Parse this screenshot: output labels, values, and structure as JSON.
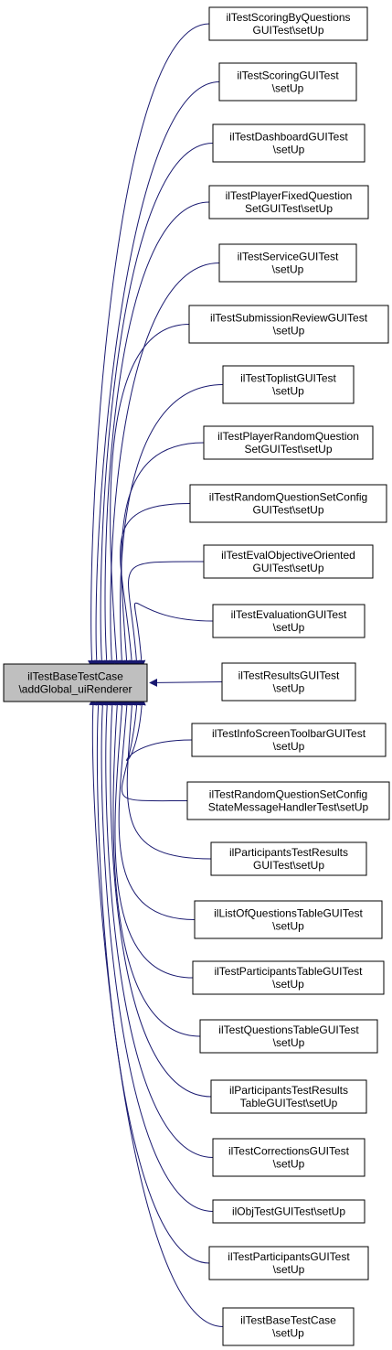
{
  "colors": {
    "edge": "#191970",
    "node_border": "#000000",
    "node_fill": "#ffffff",
    "focus_fill": "#bfbfbf",
    "text": "#000000"
  },
  "focus": {
    "id": "ilTestBaseTestCase::addGlobal_uiRenderer",
    "lines": [
      "ilTestBaseTestCase",
      "\\addGlobal_uiRenderer"
    ]
  },
  "callers": [
    {
      "id": "c1",
      "lines": [
        "ilTestScoringByQuestions",
        "GUITest\\setUp"
      ]
    },
    {
      "id": "c2",
      "lines": [
        "ilTestScoringGUITest",
        "\\setUp"
      ]
    },
    {
      "id": "c3",
      "lines": [
        "ilTestDashboardGUITest",
        "\\setUp"
      ]
    },
    {
      "id": "c4",
      "lines": [
        "ilTestPlayerFixedQuestion",
        "SetGUITest\\setUp"
      ]
    },
    {
      "id": "c5",
      "lines": [
        "ilTestServiceGUITest",
        "\\setUp"
      ]
    },
    {
      "id": "c6",
      "lines": [
        "ilTestSubmissionReviewGUITest",
        "\\setUp"
      ]
    },
    {
      "id": "c7",
      "lines": [
        "ilTestToplistGUITest",
        "\\setUp"
      ]
    },
    {
      "id": "c8",
      "lines": [
        "ilTestPlayerRandomQuestion",
        "SetGUITest\\setUp"
      ]
    },
    {
      "id": "c9",
      "lines": [
        "ilTestRandomQuestionSetConfig",
        "GUITest\\setUp"
      ]
    },
    {
      "id": "c10",
      "lines": [
        "ilTestEvalObjectiveOriented",
        "GUITest\\setUp"
      ]
    },
    {
      "id": "c11",
      "lines": [
        "ilTestEvaluationGUITest",
        "\\setUp"
      ]
    },
    {
      "id": "c12",
      "lines": [
        "ilTestResultsGUITest",
        "\\setUp"
      ]
    },
    {
      "id": "c13",
      "lines": [
        "ilTestInfoScreenToolbarGUITest",
        "\\setUp"
      ]
    },
    {
      "id": "c14",
      "lines": [
        "ilTestRandomQuestionSetConfig",
        "StateMessageHandlerTest\\setUp"
      ]
    },
    {
      "id": "c15",
      "lines": [
        "ilParticipantsTestResults",
        "GUITest\\setUp"
      ]
    },
    {
      "id": "c16",
      "lines": [
        "ilListOfQuestionsTableGUITest",
        "\\setUp"
      ]
    },
    {
      "id": "c17",
      "lines": [
        "ilTestParticipantsTableGUITest",
        "\\setUp"
      ]
    },
    {
      "id": "c18",
      "lines": [
        "ilTestQuestionsTableGUITest",
        "\\setUp"
      ]
    },
    {
      "id": "c19",
      "lines": [
        "ilParticipantsTestResults",
        "TableGUITest\\setUp"
      ]
    },
    {
      "id": "c20",
      "lines": [
        "ilTestCorrectionsGUITest",
        "\\setUp"
      ]
    },
    {
      "id": "c21",
      "lines": [
        "ilObjTestGUITest\\setUp"
      ]
    },
    {
      "id": "c22",
      "lines": [
        "ilTestParticipantsGUITest",
        "\\setUp"
      ]
    },
    {
      "id": "c23",
      "lines": [
        "ilTestBaseTestCase",
        "\\setUp"
      ]
    }
  ]
}
